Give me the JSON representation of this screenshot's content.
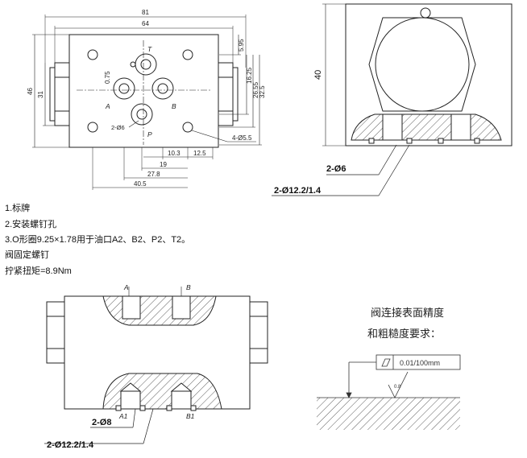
{
  "top_view": {
    "dims": {
      "w81": "81",
      "w64": "64",
      "h46": "46",
      "h31": "31",
      "d595": "5.95",
      "d075": "0.75",
      "d1625": "16.25",
      "d2655": "26.55",
      "d325": "32.5",
      "d103": "10.3",
      "d125": "12.5",
      "d19": "19",
      "d278": "27.8",
      "d405": "40.5"
    },
    "port_labels": {
      "t": "T",
      "a": "A",
      "b": "B",
      "p": "P"
    },
    "callouts": {
      "port_hole": "2-Ø6",
      "mount_hole": "4-Ø5.5"
    }
  },
  "side_view": {
    "dim_height": "40",
    "callout_hole": "2-Ø6",
    "callout_oring": "2-Ø12.2/1.4"
  },
  "notes": [
    "1.标牌",
    "2.安装螺钉孔",
    "3.O形圈9.25×1.78用于油口A2、B2、P2、T2。",
    "阀固定螺钉",
    "拧紧扭矩=8.9Nm"
  ],
  "section_view": {
    "port_labels": {
      "a": "A",
      "b": "B",
      "a1": "A1",
      "b1": "B1"
    },
    "callout_hole": "2-Ø8",
    "callout_oring": "2-Ø12.2/1.4"
  },
  "surface_req": {
    "title_line1": "阀连接表面精度",
    "title_line2": "和粗糙度要求：",
    "flatness": "0.01/100mm",
    "roughness": "0.8"
  }
}
